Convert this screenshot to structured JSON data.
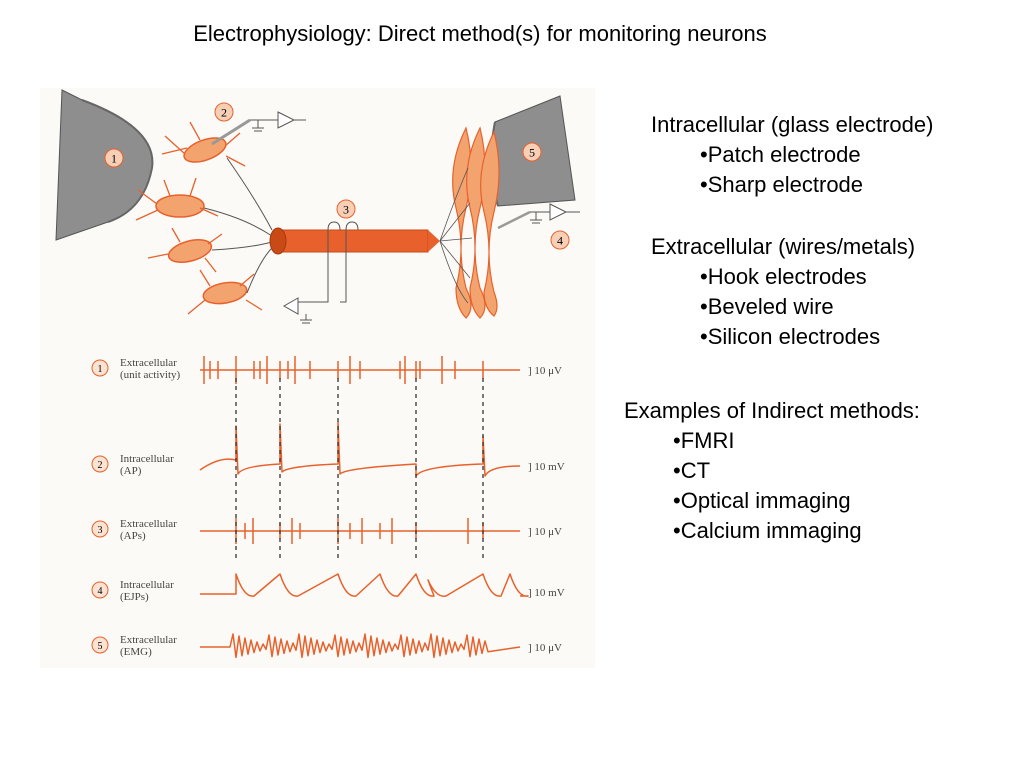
{
  "title": "Electrophysiology: Direct method(s) for monitoring neurons",
  "colors": {
    "accent": "#e8612c",
    "gray": "#8e8e8e",
    "text": "#000000"
  },
  "figure": {
    "callouts": [
      "1",
      "2",
      "3",
      "4",
      "5"
    ],
    "traces": [
      {
        "num": "1",
        "line1": "Extracellular",
        "line2": "(unit activity)",
        "scale": "] 10 μV"
      },
      {
        "num": "2",
        "line1": "Intracellular",
        "line2": "(AP)",
        "scale": "] 10 mV"
      },
      {
        "num": "3",
        "line1": "Extracellular",
        "line2": "(APs)",
        "scale": "] 10 μV"
      },
      {
        "num": "4",
        "line1": "Intracellular",
        "line2": "(EJPs)",
        "scale": "] 10 mV"
      },
      {
        "num": "5",
        "line1": "Extracellular",
        "line2": "(EMG)",
        "scale": "] 10 μV"
      }
    ]
  },
  "intracellular": {
    "heading": "Intracellular (glass electrode)",
    "items": [
      "•Patch electrode",
      "•Sharp electrode"
    ]
  },
  "extracellular": {
    "heading": "Extracellular (wires/metals)",
    "items": [
      "•Hook electrodes",
      "•Beveled wire",
      "•Silicon electrodes"
    ]
  },
  "indirect": {
    "heading": "Examples of Indirect methods:",
    "items": [
      "•FMRI",
      "•CT",
      "•Optical immaging",
      "•Calcium immaging"
    ]
  }
}
